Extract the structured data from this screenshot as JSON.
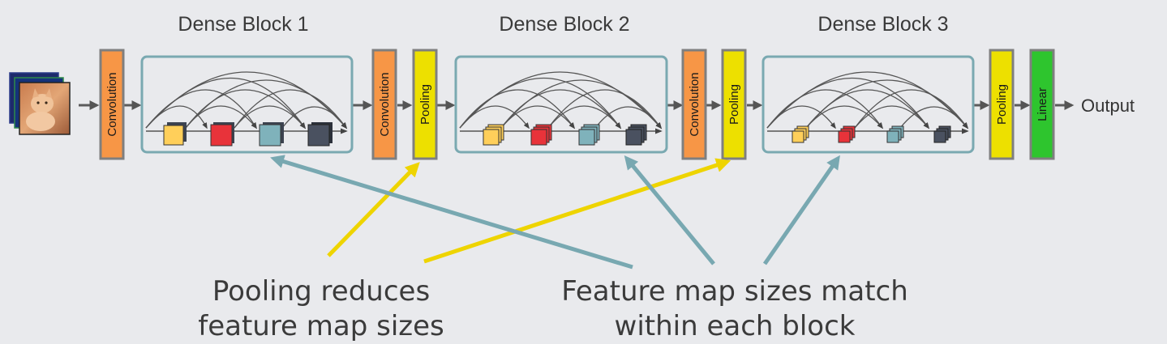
{
  "blocks": [
    {
      "title": "Dense Block 1"
    },
    {
      "title": "Dense Block 2"
    },
    {
      "title": "Dense Block 3"
    }
  ],
  "layers": {
    "convolution": "Convolution",
    "pooling": "Pooling",
    "linear": "Linear"
  },
  "output_label": "Output",
  "captions": {
    "pooling": [
      "Pooling reduces",
      "feature map sizes"
    ],
    "feature": [
      "Feature map sizes match",
      "within each block"
    ]
  },
  "colors": {
    "background": "#e9eaed",
    "convolution": "#f79646",
    "pooling": "#ede000",
    "linear": "#2ec52e",
    "layer_border": "#7f7f7f",
    "block_border": "#7aa9b1",
    "teal_arrow": "#78a8b1",
    "yellow_arrow": "#eed400",
    "feature_maps": [
      "#ffcf5a",
      "#e8333a",
      "#7fb2bb",
      "#4a5160"
    ]
  },
  "icons": {
    "input": "kitten-image-stack-icon"
  }
}
